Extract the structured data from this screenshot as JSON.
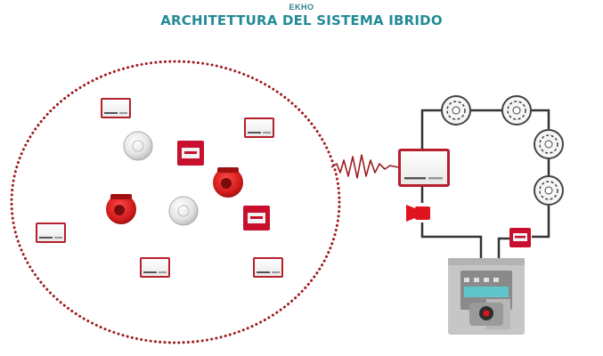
{
  "header": {
    "brand": "EKHO",
    "title": "ARCHITETTURA DEL SISTEMA IBRIDO"
  },
  "colors": {
    "accent_teal": "#238a96",
    "device_red": "#c8102e",
    "dotted_boundary": "#9e1b1e",
    "wire": "#333333",
    "panel_grey": "#c9c9c9",
    "panel_screen": "#5fc7cc"
  },
  "diagram": {
    "wireless_zone": {
      "devices": [
        {
          "type": "wireless-translator-module"
        },
        {
          "type": "wireless-translator-module"
        },
        {
          "type": "wireless-smoke-detector"
        },
        {
          "type": "wireless-manual-call-point"
        },
        {
          "type": "wireless-sounder-beacon"
        },
        {
          "type": "wireless-sounder-beacon"
        },
        {
          "type": "wireless-smoke-detector"
        },
        {
          "type": "wireless-manual-call-point"
        },
        {
          "type": "wireless-translator-module"
        },
        {
          "type": "wireless-translator-module"
        },
        {
          "type": "wireless-translator-module"
        }
      ]
    },
    "wired_loop": {
      "devices": [
        {
          "type": "translator-module"
        },
        {
          "type": "optical-smoke-detector"
        },
        {
          "type": "optical-smoke-detector"
        },
        {
          "type": "optical-smoke-detector"
        },
        {
          "type": "optical-smoke-detector"
        },
        {
          "type": "wired-sounder"
        },
        {
          "type": "wired-manual-call-point"
        },
        {
          "type": "fire-control-panel"
        }
      ]
    }
  }
}
